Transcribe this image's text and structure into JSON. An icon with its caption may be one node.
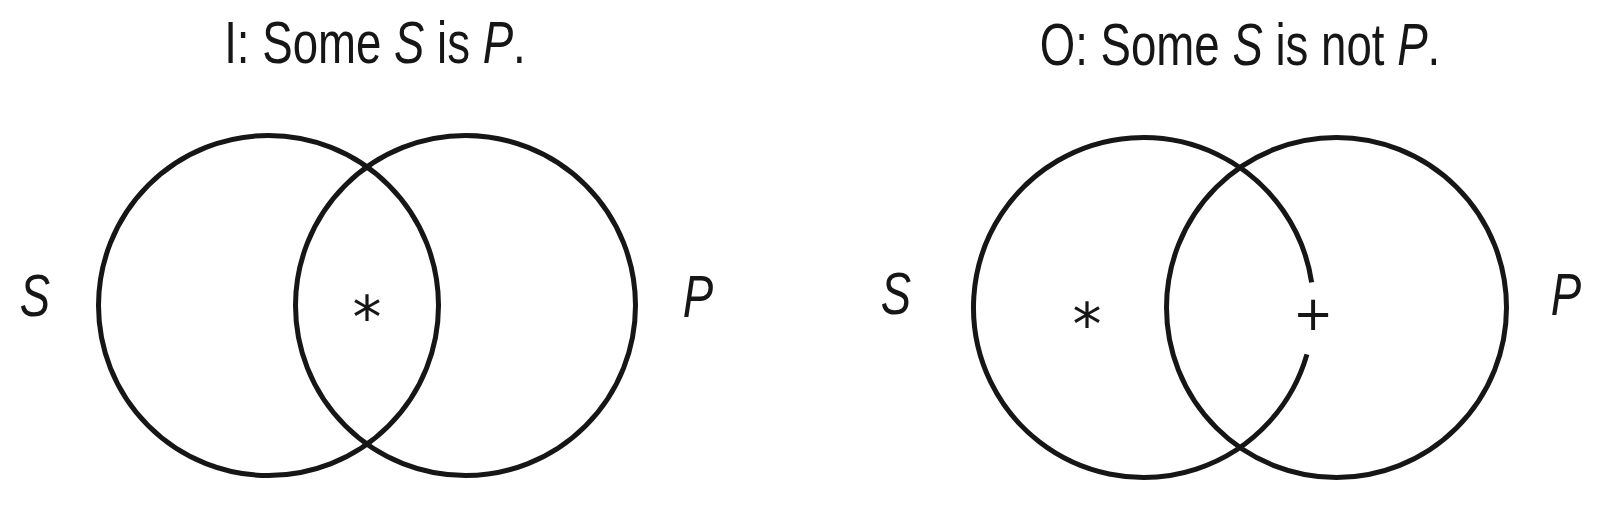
{
  "diagram": {
    "nodes": [
      {
        "text": [],
        "shape": "circle",
        "beside": [
          "S"
        ]
      },
      {
        "text": [],
        "shape": "circle",
        "beside": [
          "P"
        ]
      },
      {
        "text": [],
        "shape": "circle",
        "beside": [
          "S"
        ]
      },
      {
        "text": [],
        "shape": "circle",
        "beside": [
          "P"
        ]
      }
    ],
    "labels": [
      "I: Some *S* is *P*.",
      "O: Some *S* is not *P*.",
      "*",
      "*",
      "+"
    ]
  }
}
